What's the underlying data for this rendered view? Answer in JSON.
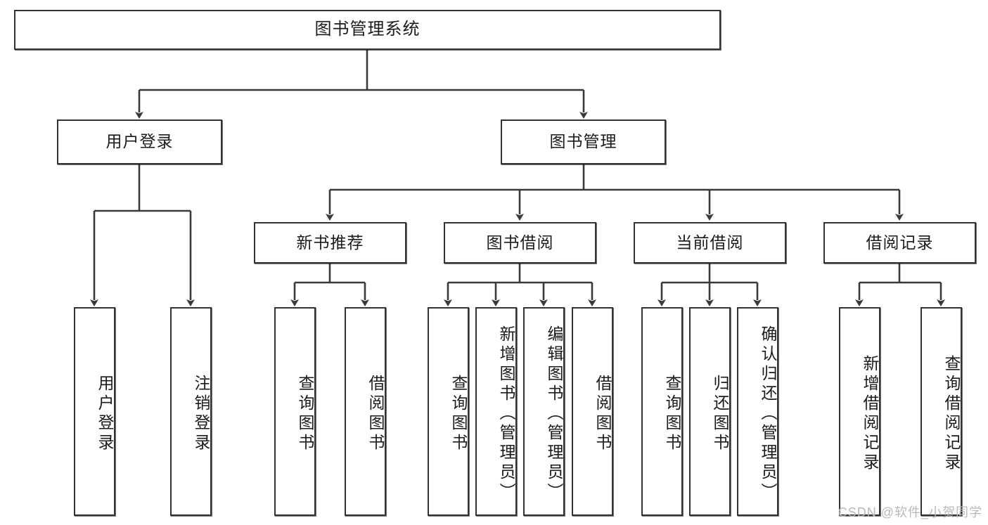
{
  "diagram": {
    "title": "图书管理系统",
    "watermark": "CSDN @软件_小贺同学",
    "colors": {
      "box_border": "#333333",
      "box_fill": "#ffffff",
      "edge": "#3a3a3a",
      "text": "#1b1b1b",
      "watermark": "#b9b9b9"
    },
    "levels": {
      "root": {
        "label": "图书管理系统"
      },
      "level2": [
        {
          "label": "用户登录"
        },
        {
          "label": "图书管理"
        }
      ],
      "level3": [
        {
          "label": "新书推荐"
        },
        {
          "label": "图书借阅"
        },
        {
          "label": "当前借阅"
        },
        {
          "label": "借阅记录"
        }
      ],
      "leaves": {
        "user_login": [
          {
            "label": "用户登录"
          },
          {
            "label": "注销登录"
          }
        ],
        "new_book_recommend": [
          {
            "label": "查询图书"
          },
          {
            "label": "借阅图书"
          }
        ],
        "book_borrow": [
          {
            "label": "查询图书"
          },
          {
            "label": "新增图书（管理员）"
          },
          {
            "label": "编辑图书（管理员）"
          },
          {
            "label": "借阅图书"
          }
        ],
        "current_borrow": [
          {
            "label": "查询图书"
          },
          {
            "label": "归还图书"
          },
          {
            "label": "确认归还（管理员）"
          }
        ],
        "borrow_record": [
          {
            "label": "新增借阅记录"
          },
          {
            "label": "查询借阅记录"
          }
        ]
      }
    }
  }
}
